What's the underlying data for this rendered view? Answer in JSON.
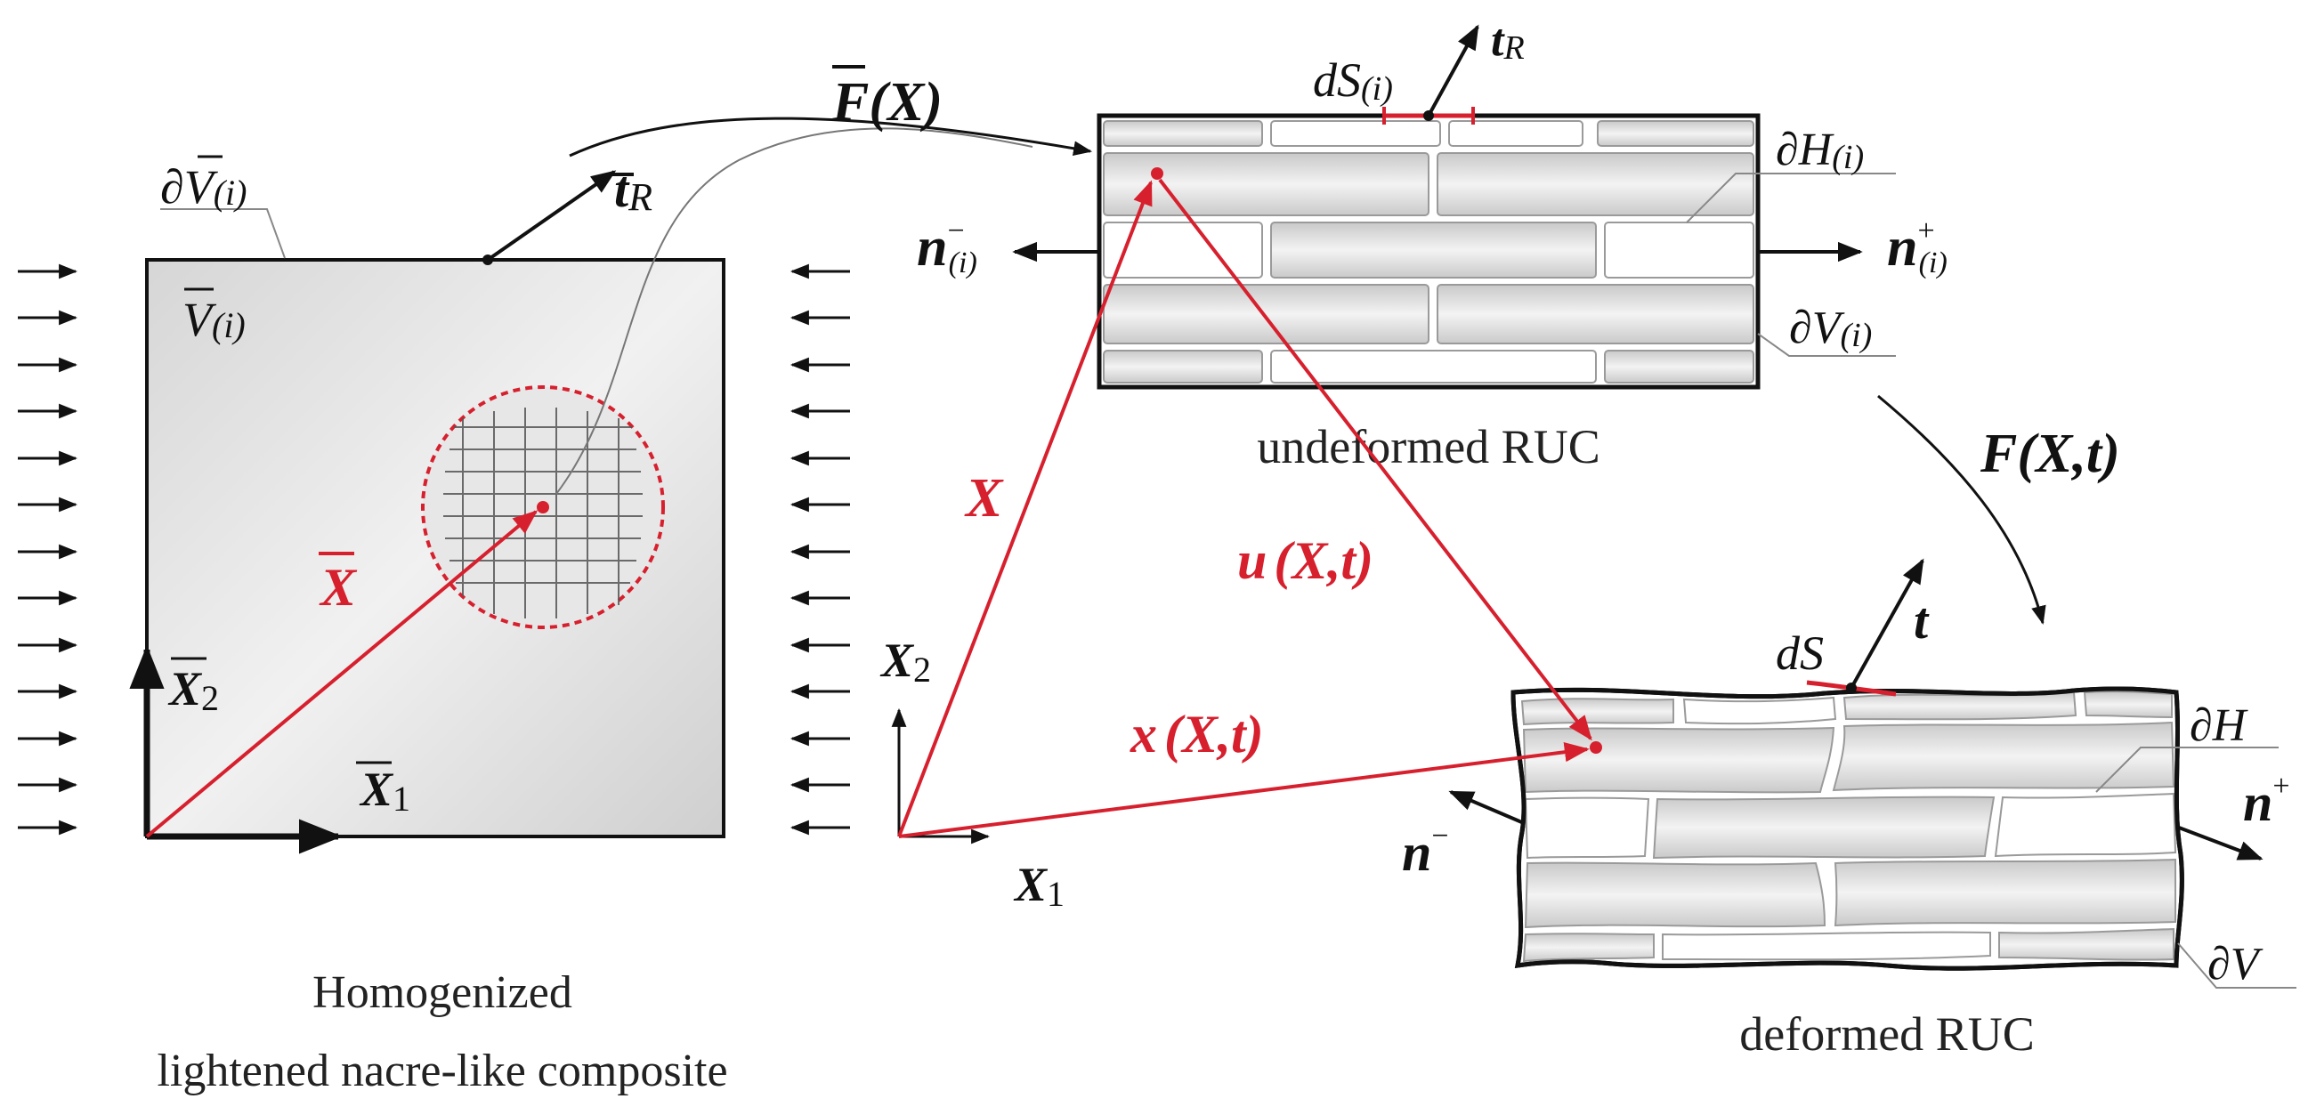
{
  "homogenized": {
    "caption_line1": "Homogenized",
    "caption_line2": "lightened nacre-like composite",
    "boundary_base": "∂",
    "boundary_V": "V",
    "boundary_sub": "(i)",
    "volume_V": "V",
    "volume_sub": "(i)",
    "traction_t": "t",
    "traction_sub": "R",
    "position_X": "X",
    "axis_X1": "X",
    "axis_X1_sub": "1",
    "axis_X2": "X",
    "axis_X2_sub": "2"
  },
  "mappings": {
    "F_bar": "F",
    "F_bar_arg": "(X)",
    "F_deformed_base": "F",
    "F_deformed_arg": "(X,t)"
  },
  "undeformed": {
    "caption": "undeformed RUC",
    "dS": "dS",
    "dS_sub": "(i)",
    "t": "t",
    "t_sub": "R",
    "n_minus": "n",
    "n_minus_sup": "−",
    "n_minus_sub": "(i)",
    "n_plus": "n",
    "n_plus_sup": "+",
    "n_plus_sub": "(i)",
    "dH": "∂H",
    "dH_sub": "(i)",
    "dV": "∂V",
    "dV_sub": "(i)"
  },
  "deformed": {
    "caption": "deformed RUC",
    "dS": "dS",
    "t": "t",
    "n_minus": "n",
    "n_minus_sup": "−",
    "n_plus": "n",
    "n_plus_sup": "+",
    "dH": "∂H",
    "dV": "∂V"
  },
  "global_axes": {
    "X1": "X",
    "X1_sub": "1",
    "X2": "X",
    "X2_sub": "2"
  },
  "vectors": {
    "X": "X",
    "u_prefix": "u",
    "u_arg": "(X,t)",
    "x_prefix": "x",
    "x_arg": "(X,t)"
  },
  "colors": {
    "red": "#d7202e",
    "black": "#111111"
  }
}
